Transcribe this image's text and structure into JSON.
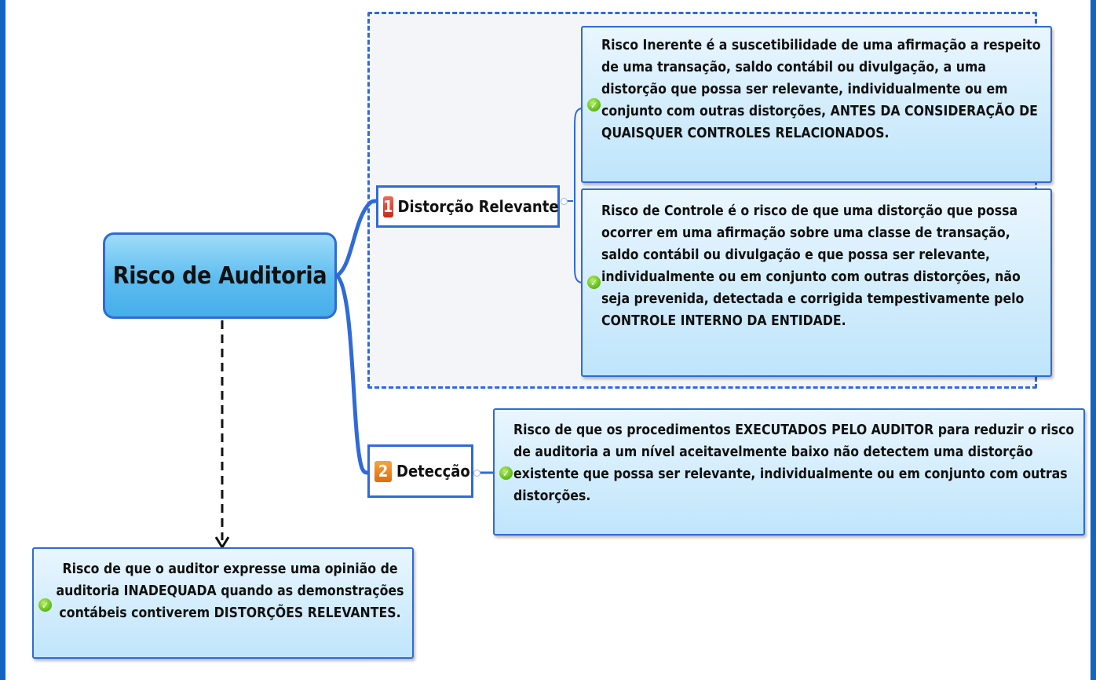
{
  "central": {
    "label": "Risco de Auditoria"
  },
  "branches": [
    {
      "number": "1",
      "label": "Distorção Relevante"
    },
    {
      "number": "2",
      "label": "Detecção"
    }
  ],
  "leaves": {
    "risco_inerente": "Risco Inerente é a suscetibilidade de uma afirmação a respeito de uma transação, saldo contábil ou divulgação, a uma distorção que possa ser relevante, individualmente ou em conjunto com outras distorções, ANTES DA CONSIDERAÇÃO DE QUAISQUER CONTROLES RELACIONADOS.",
    "risco_controle": "Risco de Controle é o risco de que uma distorção que possa ocorrer em uma afirmação sobre uma classe de transação, saldo contábil ou divulgação e que possa ser relevante, individualmente ou em conjunto com outras distorções, não seja prevenida, detectada e corrigida tempestivamente pelo CONTROLE INTERNO DA ENTIDADE.",
    "deteccao": "Risco de que os procedimentos EXECUTADOS PELO AUDITOR para reduzir o risco de auditoria a um nível aceitavelmente baixo não detectem uma distorção existente que possa ser relevante, individualmente ou em conjunto com outras distorções.",
    "definicao": "Risco de que o auditor expresse uma opinião de auditoria INADEQUADA quando as demonstrações contábeis contiverem DISTORÇÕES RELEVANTES."
  },
  "colors": {
    "frame": "#1565c0",
    "border": "#2f6ad8",
    "central_fill": "#5cbcf0",
    "leaf_fill": "#bfe5fb",
    "number_1": "#d8352a",
    "number_2": "#ee8a22",
    "check": "#66c11c"
  },
  "icons": [
    "check-icon",
    "priority-1-icon",
    "priority-2-icon",
    "collapse-knob-icon"
  ]
}
